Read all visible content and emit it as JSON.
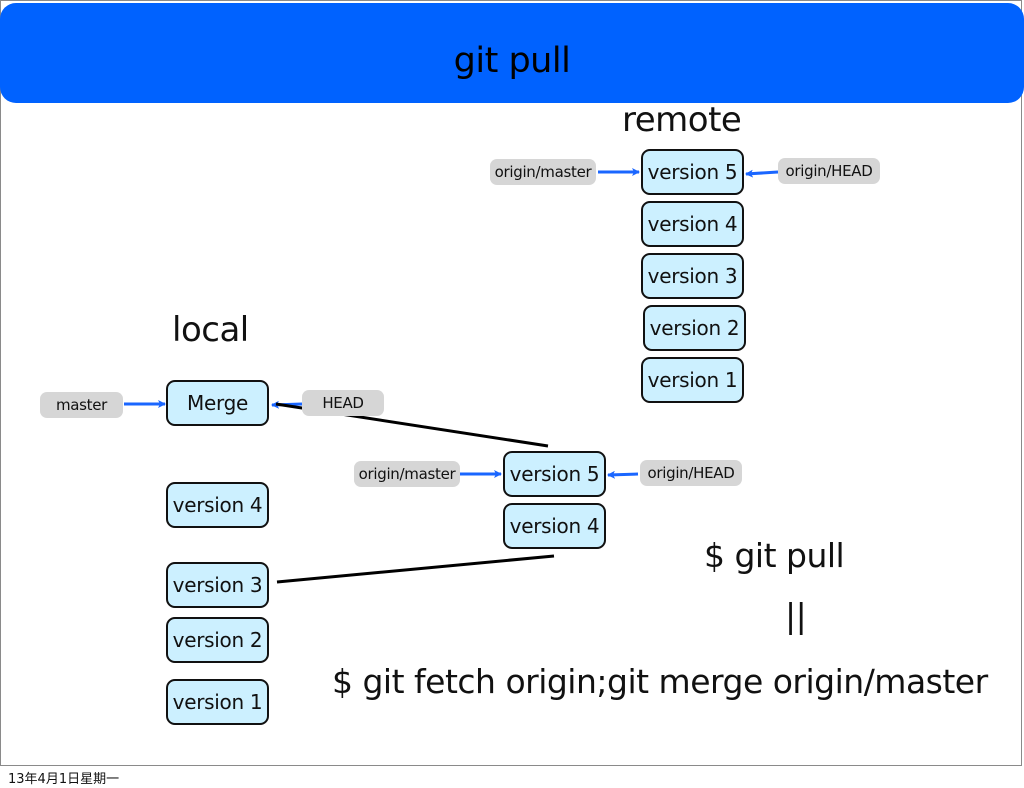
{
  "title": "git pull",
  "remote": {
    "heading": "remote",
    "commits": [
      "version 5",
      "version 4",
      "version 3",
      "version 2",
      "version 1"
    ],
    "left_tag": "origin/master",
    "right_tag": "origin/HEAD"
  },
  "local": {
    "heading": "local",
    "merge_commit": "Merge",
    "left_tag": "master",
    "right_tag": "HEAD",
    "commits": [
      "version 4",
      "version 3",
      "version 2",
      "version 1"
    ],
    "fetched": {
      "commits": [
        "version 5",
        "version 4"
      ],
      "left_tag": "origin/master",
      "right_tag": "origin/HEAD"
    }
  },
  "commands": {
    "pull": "$ git pull",
    "equals": "||",
    "equivalent": "$ git fetch origin;git merge origin/master"
  },
  "colors": {
    "title_bar": "#0062ff",
    "commit_fill": "#ccf0ff",
    "tag_fill": "#d6d6d6",
    "arrow": "#1a66ff"
  },
  "footer": {
    "date": "13年4月1日星期一"
  }
}
